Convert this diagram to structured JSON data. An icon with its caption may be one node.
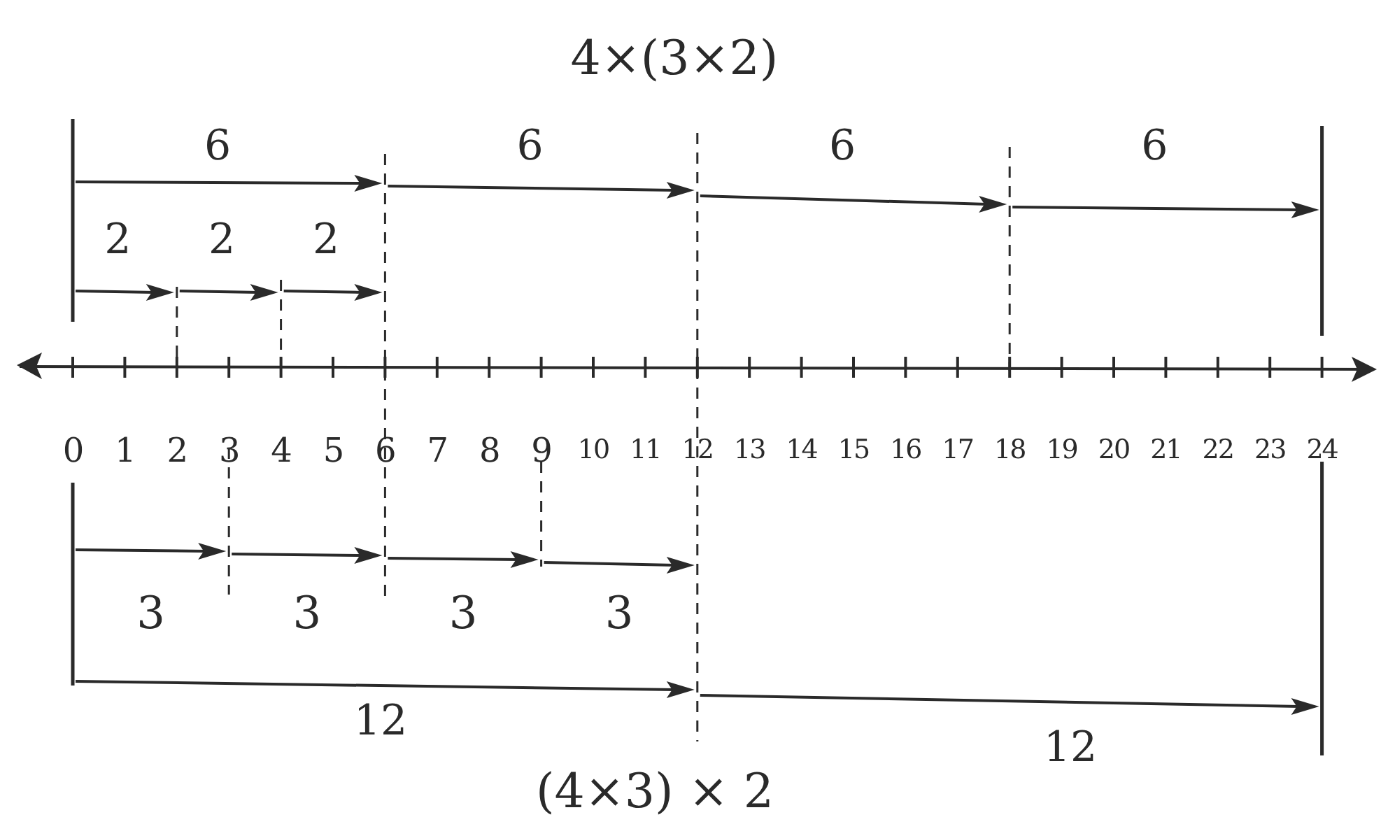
{
  "diagram": {
    "title": "4×(3×2)",
    "caption": "(4×3) × 2",
    "labels": [
      "6",
      "6",
      "6",
      "6",
      "2",
      "2",
      "2",
      "0",
      "1",
      "2",
      "3",
      "4",
      "5",
      "6",
      "7",
      "8",
      "9",
      "10",
      "11",
      "12",
      "13",
      "14",
      "15",
      "16",
      "17",
      "18",
      "19",
      "20",
      "21",
      "22",
      "23",
      "24",
      "3",
      "3",
      "3",
      "3",
      "12",
      "12"
    ]
  }
}
